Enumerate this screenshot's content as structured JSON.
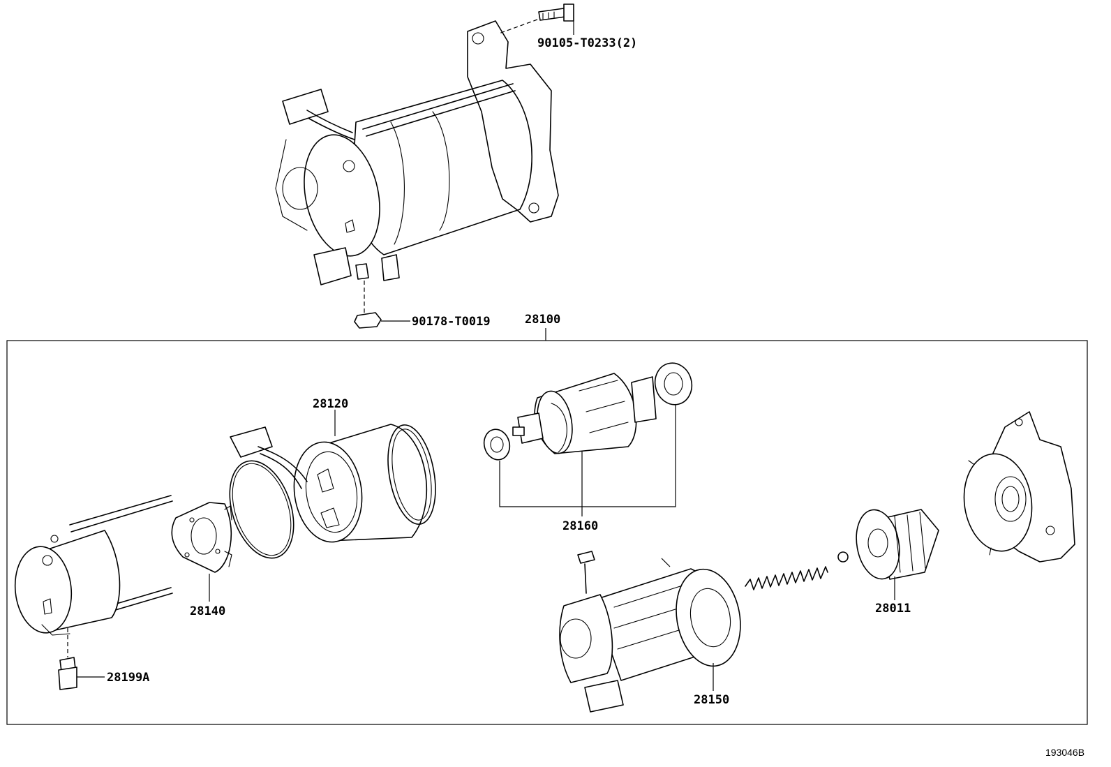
{
  "labels": {
    "bolt": "90105-T0233(2)",
    "nut": "90178-T0019",
    "assembly": "28100",
    "field_yoke": "28120",
    "armature": "28160",
    "brush_holder": "28140",
    "plug": "28199A",
    "clutch": "28011",
    "housing": "28150"
  },
  "diagram_code": "193046B"
}
